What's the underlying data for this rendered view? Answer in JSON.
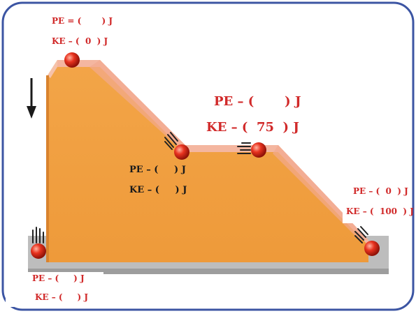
{
  "colors": {
    "frame": "#3c55a3",
    "ramp_fill": "#f0a040",
    "ramp_top": "#f4b6a0",
    "ground": "#b9b9b9",
    "ball": "#e02a1c",
    "label_red": "#d12a2a",
    "label_dark": "#1a1a1a"
  },
  "icons": {
    "arrow": "down-arrow-icon",
    "ball": "red-ball-icon",
    "motion": "motion-lines-icon"
  },
  "labels": {
    "top_left": {
      "pe": "PE = (       ) J",
      "ke": "KE – (  0  ) J"
    },
    "upper_middle": {
      "pe": "PE – (       ) J",
      "ke": "KE – (  75  ) J"
    },
    "lower_middle": {
      "pe": "PE – (     ) J",
      "ke": "KE – (     ) J"
    },
    "right": {
      "pe": "PE – (  0  ) J",
      "ke": "KE – (  100  ) J"
    },
    "bottom_left": {
      "pe": "PE – (     ) J",
      "ke": "KE – (     ) J"
    }
  }
}
